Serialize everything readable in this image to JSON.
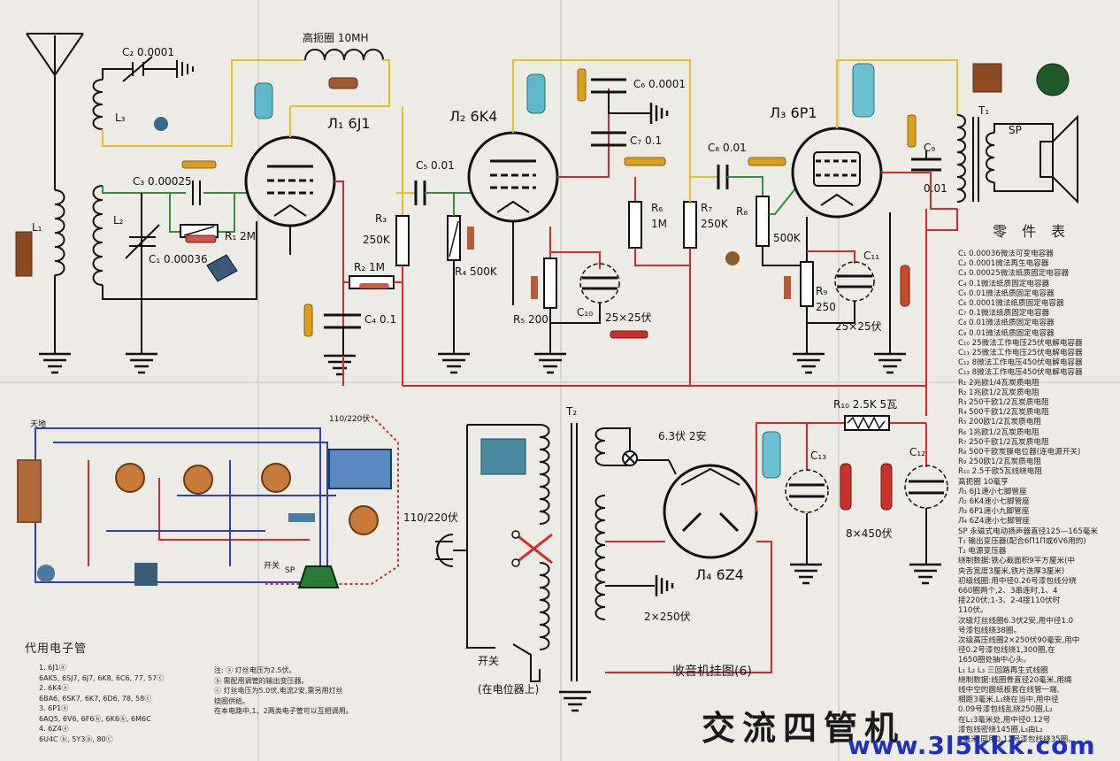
{
  "labels": {
    "choke": "高扼圈 10MH",
    "v1": "Л₁ 6J1",
    "v2": "Л₂ 6K4",
    "v3": "Л₃ 6P1",
    "v4": "Л₄ 6Z4",
    "c2": "C₂ 0.0001",
    "c3": "C₃ 0.00025",
    "c1": "C₁ 0.00036",
    "r1": "R₁ 2M",
    "l1": "L₁",
    "l2": "L₂",
    "l3": "L₃",
    "c4": "C₄ 0.1",
    "r2": "R₂ 1M",
    "r3": "R₃",
    "r3v": "250K",
    "c5": "C₅ 0.01",
    "r4": "R₄ 500K",
    "r5": "R₅ 200",
    "c10": "C₁₀",
    "c10v": "25×25伏",
    "c6": "C₆ 0.0001",
    "c7": "C₇ 0.1",
    "r6": "R₆",
    "r6v": "1M",
    "r7": "R₇",
    "r7v": "250K",
    "c8": "C₈ 0.01",
    "r8": "R₈",
    "r8v": "500K",
    "r9": "R₉",
    "r9v": "250",
    "c11": "C₁₁",
    "c11v": "25×25伏",
    "c9": "C₉",
    "c9v": "0.01",
    "t1": "T₁",
    "sp": "SP",
    "t2": "T₂",
    "mains": "110/220伏",
    "heater": "6.3伏 2安",
    "r10": "R₁₀ 2.5K 5瓦",
    "c13": "C₁₃",
    "c12": "C₁₂",
    "filter_v": "8×450伏",
    "hv": "2×250伏",
    "switch": "开关",
    "switch_note": "(在电位器上)",
    "ground_label": "天地",
    "layout_mains": "110/220伏",
    "layout_switch": "开关",
    "layout_sp": "SP"
  },
  "parts_title": "零 件 表",
  "parts": [
    "C₁ 0.00036微法可变电容器",
    "C₂ 0.0001微法再生电容器",
    "C₃ 0.00025微法纸质固定电容器",
    "C₄ 0.1微法纸质固定电容器",
    "C₅ 0.01微法纸质固定电容器",
    "C₆ 0.0001微法纸质固定电容器",
    "C₇ 0.1微法纸质固定电容器",
    "C₈ 0.01微法纸质固定电容器",
    "C₉ 0.01微法纸质固定电容器",
    "C₁₀ 25微法工作电压25伏电解电容器",
    "C₁₁ 25微法工作电压25伏电解电容器",
    "C₁₂ 8微法工作电压450伏电解电容器",
    "C₁₃ 8微法工作电压450伏电解电容器",
    "R₁ 2兆欧1/4瓦炭质电阻",
    "R₂ 1兆欧1/2瓦炭质电阻",
    "R₃ 250千欧1/2瓦炭质电阻",
    "R₄ 500千欧1/2瓦炭质电阻",
    "R₅ 200欧1/2瓦炭质电阻",
    "R₆ 1兆欧1/2瓦炭质电阻",
    "R₇ 250千欧1/2瓦炭质电阻",
    "R₈ 500千欧炭膜电位器(连电源开关)",
    "R₉ 250欧1/2瓦炭质电阻",
    "R₁₀ 2.5千欧5瓦线绕电阻",
    "高扼圈 10毫亨",
    "Л₁ 6J1速小七脚管座",
    "Л₂ 6K4速小七脚管座",
    "Л₃ 6P1速小九脚管座",
    "Л₄ 6Z4速小七脚管座",
    "SP 永磁式电动扬声器直径125—165毫米",
    "T₁ 输出变压器(配合6П1П或6V6用的)",
    "T₂ 电源变压器",
    "绕制数据:铁心截面积9平方厘米(中",
    "央舌宽度3厘米,铁片迭厚3厘米)",
    "初级线圈:用中径0.26号漆包线分绕",
    "660圈两个,2、3串连时,1、4",
    "接220伏;1-3、2-4接110伏时",
    "110伏。",
    "次级灯丝线圈6.3伏2安,用中径1.0",
    "号漆包线绕38圈。",
    "次级高压线圈2×250伏90毫安,用中",
    "径0.2号漆包线绕1,300圈,在",
    "1650圈处抽中心头。",
    "L₁ L₂ L₃ 三回路再生式线圈",
    "绕制数据:线圈骨直径20毫米,用绳",
    "线中空的圆纸板套在线管一端,",
    "相距3毫米,L₁绕在当中,用中径",
    "0.09号漆包线乱绕250圈,L₂",
    "在L₁3毫米处,用中径0.12号",
    "漆包线密绕145圈,L₃由L₂",
    "2毫米,同用0.12号漆包线绕35圈。"
  ],
  "tubes_title": "代用电子管",
  "tubes": [
    "1. 6J1ⓐ",
    "   6AK5, 6SJ7, 6J7, 6K8, 6C6, 77, 57ⓒ",
    "2. 6K4ⓐ",
    "   6BA6, 6SK7, 6K7, 6D6, 78, 58ⓒ",
    "3. 6P1ⓐ",
    "   6AQ5, 6V6, 6F6ⓑ, 6K6ⓑ, 6M6C",
    "4. 6Z4ⓐ",
    "   6U4C ⓑ, 5Y3ⓑ, 80ⓒ"
  ],
  "notes": [
    "注: ⓐ 灯丝电压为2.5伏。",
    "    ⓑ 需配用调管的输出变压器。",
    "    ⓒ 灯丝电压为5.0伏,电流2安,需另用灯丝",
    "       绕圈供给。",
    "    在本电路中,1、2两类电子管可以互相调用。"
  ],
  "subtitle": "收音机挂图(6)",
  "title": "交流四管机",
  "site": "www.3l5kkk.com",
  "colors": {
    "signal": "#2f8f3a",
    "plate": "#e8c020",
    "hv": "#d62a2a",
    "blue": "#1f2fbf",
    "paper": "#ecebe6"
  }
}
